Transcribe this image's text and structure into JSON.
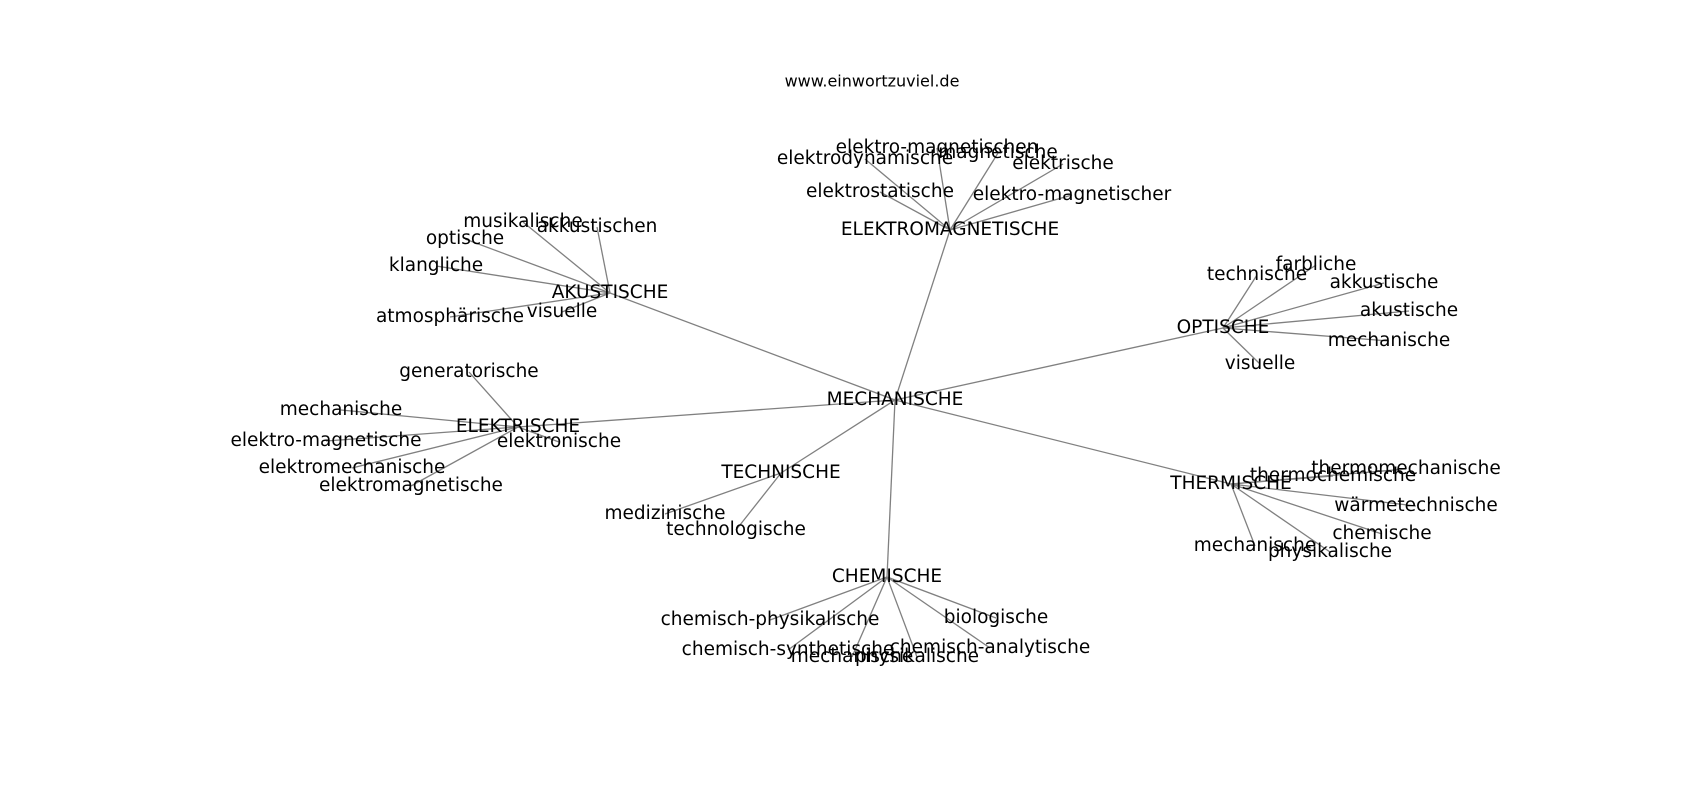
{
  "source_label": "www.einwortzuviel.de",
  "graph": {
    "center": "MECHANISCHE",
    "groups": [
      {
        "id": "elektromagnetische",
        "label": "ELEKTROMAGNETISCHE",
        "children": [
          {
            "id": "em-elektro-magnetischen",
            "label": "elektro-magnetischen"
          },
          {
            "id": "em-elektrodynamische",
            "label": "elektrodynamische"
          },
          {
            "id": "em-magnetische",
            "label": "magnetische"
          },
          {
            "id": "em-elektrische",
            "label": "elektrische"
          },
          {
            "id": "em-elektrostatische",
            "label": "elektrostatische"
          },
          {
            "id": "em-elektro-magnetischer",
            "label": "elektro-magnetischer"
          }
        ]
      },
      {
        "id": "akustische",
        "label": "AKUSTISCHE",
        "children": [
          {
            "id": "ak-musikalische",
            "label": "musikalische"
          },
          {
            "id": "ak-akkustischen",
            "label": "akkustischen"
          },
          {
            "id": "ak-optische",
            "label": "optische"
          },
          {
            "id": "ak-klangliche",
            "label": "klangliche"
          },
          {
            "id": "ak-atmosphaerische",
            "label": "atmosphärische"
          },
          {
            "id": "ak-visuelle",
            "label": "visuelle"
          }
        ]
      },
      {
        "id": "optische",
        "label": "OPTISCHE",
        "children": [
          {
            "id": "op-technische",
            "label": "technische"
          },
          {
            "id": "op-farbliche",
            "label": "farbliche"
          },
          {
            "id": "op-akkustische",
            "label": "akkustische"
          },
          {
            "id": "op-akustische",
            "label": "akustische"
          },
          {
            "id": "op-mechanische",
            "label": "mechanische"
          },
          {
            "id": "op-visuelle",
            "label": "visuelle"
          }
        ]
      },
      {
        "id": "elektrische",
        "label": "ELEKTRISCHE",
        "children": [
          {
            "id": "el-generatorische",
            "label": "generatorische"
          },
          {
            "id": "el-mechanische",
            "label": "mechanische"
          },
          {
            "id": "el-elektro-magnetische",
            "label": "elektro-magnetische"
          },
          {
            "id": "el-elektronische",
            "label": "elektronische"
          },
          {
            "id": "el-elektromechanische",
            "label": "elektromechanische"
          },
          {
            "id": "el-elektromagnetische",
            "label": "elektromagnetische"
          }
        ]
      },
      {
        "id": "technische",
        "label": "TECHNISCHE",
        "children": [
          {
            "id": "te-medizinische",
            "label": "medizinische"
          },
          {
            "id": "te-technologische",
            "label": "technologische"
          }
        ]
      },
      {
        "id": "thermische",
        "label": "THERMISCHE",
        "children": [
          {
            "id": "th-thermomechanische",
            "label": "thermomechanische"
          },
          {
            "id": "th-thermochemische",
            "label": "thermochemische"
          },
          {
            "id": "th-waermetechnische",
            "label": "wärmetechnische"
          },
          {
            "id": "th-chemische",
            "label": "chemische"
          },
          {
            "id": "th-mechanische",
            "label": "mechanische"
          },
          {
            "id": "th-physikalische",
            "label": "physikalische"
          }
        ]
      },
      {
        "id": "chemische",
        "label": "CHEMISCHE",
        "children": [
          {
            "id": "ch-chemisch-physikalische",
            "label": "chemisch-physikalische"
          },
          {
            "id": "ch-biologische",
            "label": "biologische"
          },
          {
            "id": "ch-chemisch-synthetische",
            "label": "chemisch-synthetische"
          },
          {
            "id": "ch-chemisch-analytische",
            "label": "chemisch-analytische"
          },
          {
            "id": "ch-mechanische",
            "label": "mechanische"
          },
          {
            "id": "ch-physikalische",
            "label": "physikalische"
          }
        ]
      }
    ]
  }
}
